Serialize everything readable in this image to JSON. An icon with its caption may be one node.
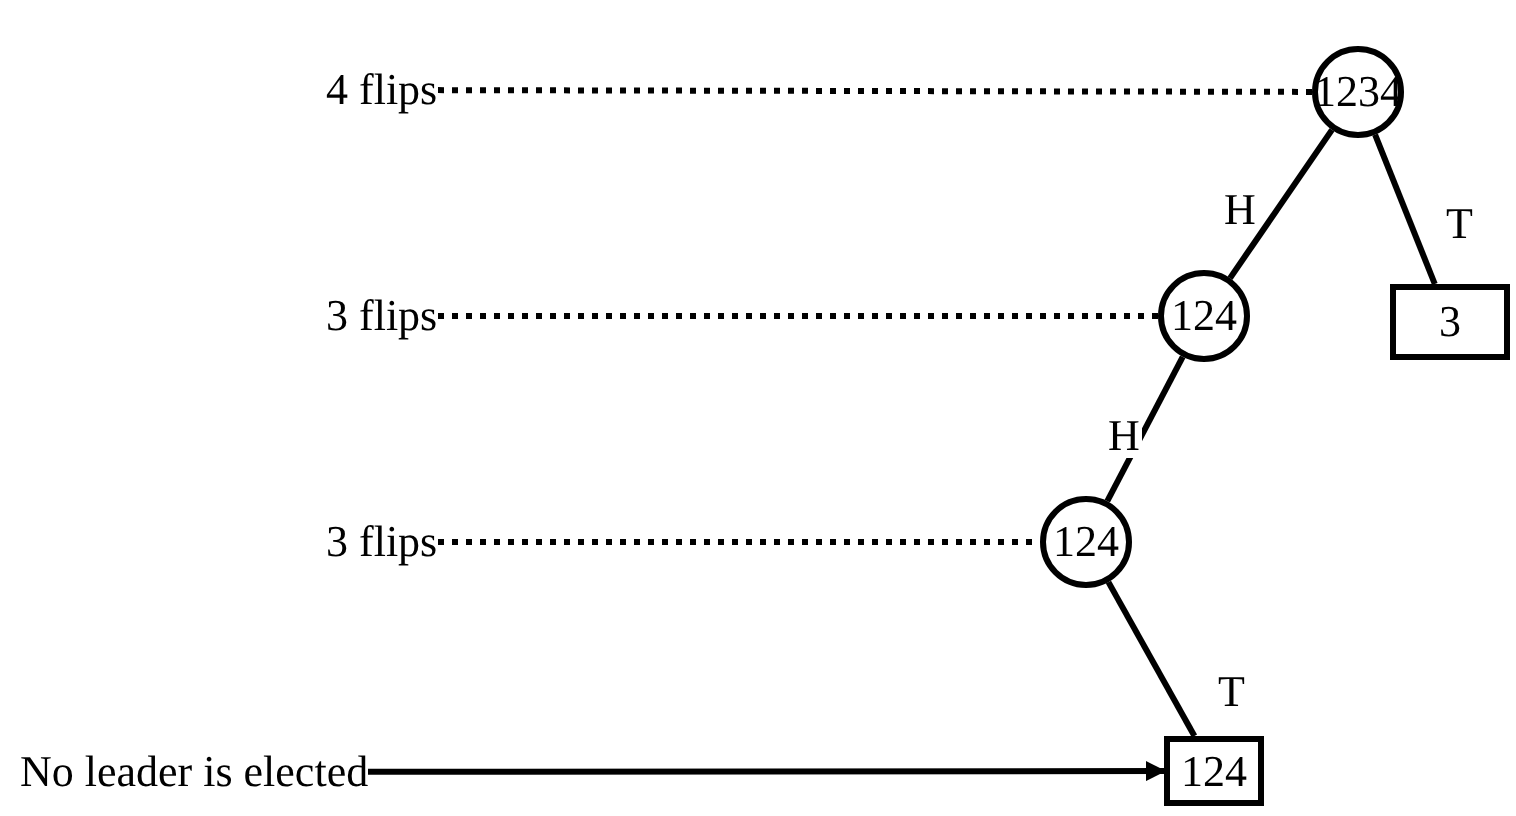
{
  "diagram": {
    "nodes": [
      {
        "text": [
          "4 flips"
        ]
      },
      {
        "text": [
          "1234"
        ]
      },
      {
        "text": [
          "3 flips"
        ]
      },
      {
        "text": [
          "124"
        ]
      },
      {
        "text": [
          "3"
        ]
      },
      {
        "text": [
          "3 flips"
        ]
      },
      {
        "text": [
          "124"
        ]
      },
      {
        "text": [
          "No leader is elected"
        ]
      },
      {
        "text": [
          "124"
        ]
      }
    ],
    "edges": [
      {
        "from": 0,
        "to": 1,
        "arrow": "none",
        "style": "dashed"
      },
      {
        "from": 1,
        "to": 3,
        "arrow": "none",
        "label": "H"
      },
      {
        "from": 1,
        "to": 4,
        "arrow": "none",
        "label": "T"
      },
      {
        "from": 2,
        "to": 3,
        "arrow": "none",
        "style": "dashed"
      },
      {
        "from": 3,
        "to": 6,
        "arrow": "none",
        "label": "H"
      },
      {
        "from": 5,
        "to": 6,
        "arrow": "none",
        "style": "dashed"
      },
      {
        "from": 6,
        "to": 8,
        "arrow": "none",
        "label": "T"
      },
      {
        "from": 7,
        "to": 8,
        "arrow": "to"
      }
    ]
  }
}
